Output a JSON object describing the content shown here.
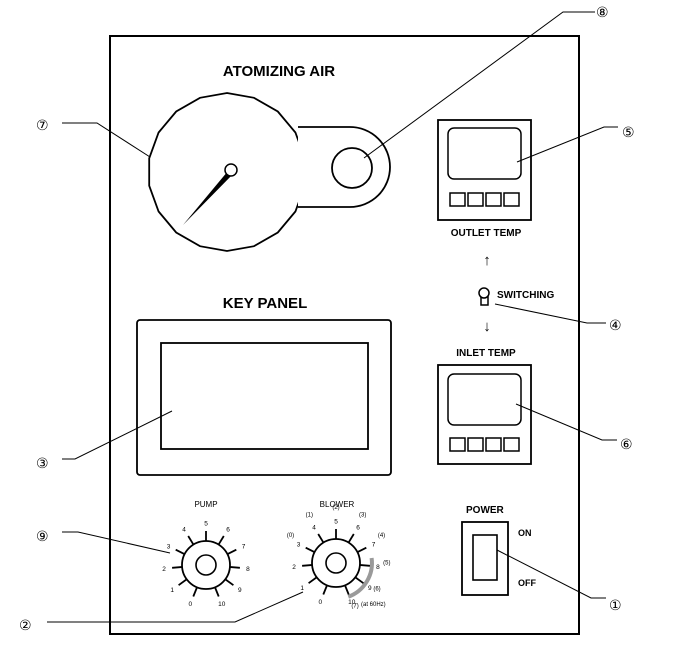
{
  "panel": {
    "atomizing_air_title": "ATOMIZING AIR",
    "key_panel_title": "KEY PANEL",
    "outlet_temp_label": "OUTLET TEMP",
    "inlet_temp_label": "INLET TEMP",
    "switching_label": "SWITCHING",
    "arrow_up": "↑",
    "arrow_down": "↓",
    "power_label": "POWER",
    "on_label": "ON",
    "off_label": "OFF",
    "pump_label": "PUMP",
    "blower_label": "BLOWER",
    "at_60hz_label": "(at 60Hz)"
  },
  "pump_scale": [
    "0",
    "1",
    "2",
    "3",
    "4",
    "5",
    "6",
    "7",
    "8",
    "9",
    "10"
  ],
  "blower_scale": {
    "marks": [
      "0",
      "1",
      "2",
      "3",
      "4",
      "5",
      "6",
      "7",
      "8",
      "9",
      "10"
    ],
    "parenthetical": [
      "(0)",
      "(1)",
      "(2)",
      "(3)",
      "(4)",
      "(5)",
      "(6)",
      "(7)"
    ]
  },
  "callouts": {
    "c1": "①",
    "c2": "②",
    "c3": "③",
    "c4": "④",
    "c5": "⑤",
    "c6": "⑥",
    "c7": "⑦",
    "c8": "⑧",
    "c9": "⑨"
  }
}
